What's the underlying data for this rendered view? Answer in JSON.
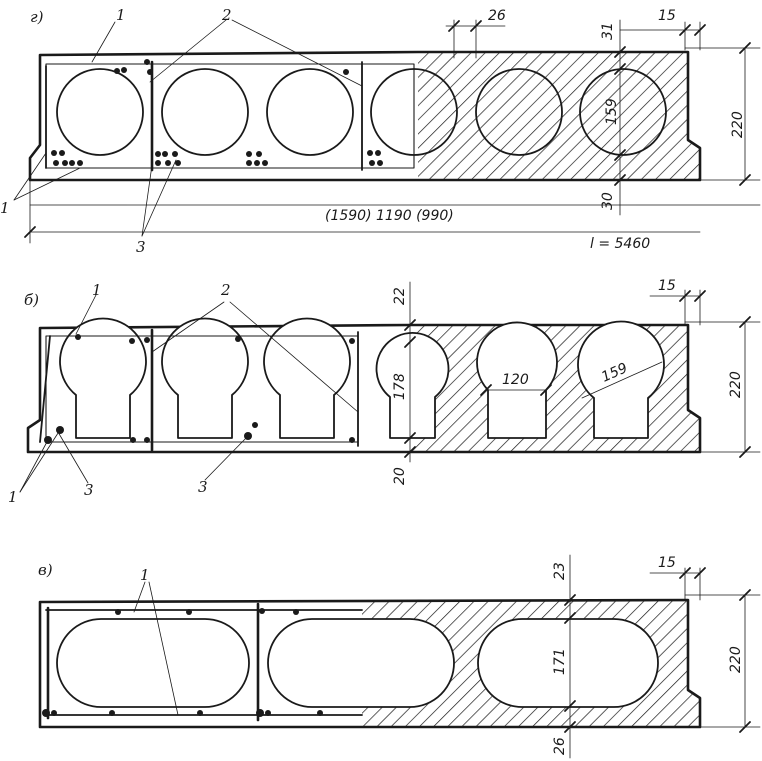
{
  "panels": {
    "g": {
      "letter": "г)",
      "callout_1_top": "1",
      "callout_2": "2",
      "dim_26": "26",
      "dim_15": "15",
      "dim_31": "31",
      "dim_159": "159",
      "dim_220": "220",
      "dim_30": "30",
      "callout_1_left": "1",
      "callout_3": "3",
      "span_note": "(1590) 1190 (990)",
      "length_note": "l = 5460"
    },
    "b": {
      "letter": "б)",
      "callout_1_top": "1",
      "callout_2": "2",
      "dim_22": "22",
      "dim_15": "15",
      "dim_178": "178",
      "dim_120": "120",
      "dim_159": "159",
      "dim_220": "220",
      "dim_20": "20",
      "callout_1_left": "1",
      "callout_3_left": "3",
      "callout_3_mid": "3"
    },
    "v": {
      "letter": "в)",
      "callout_1": "1",
      "dim_23": "23",
      "dim_15": "15",
      "dim_171": "171",
      "dim_220": "220",
      "dim_26": "26"
    }
  }
}
